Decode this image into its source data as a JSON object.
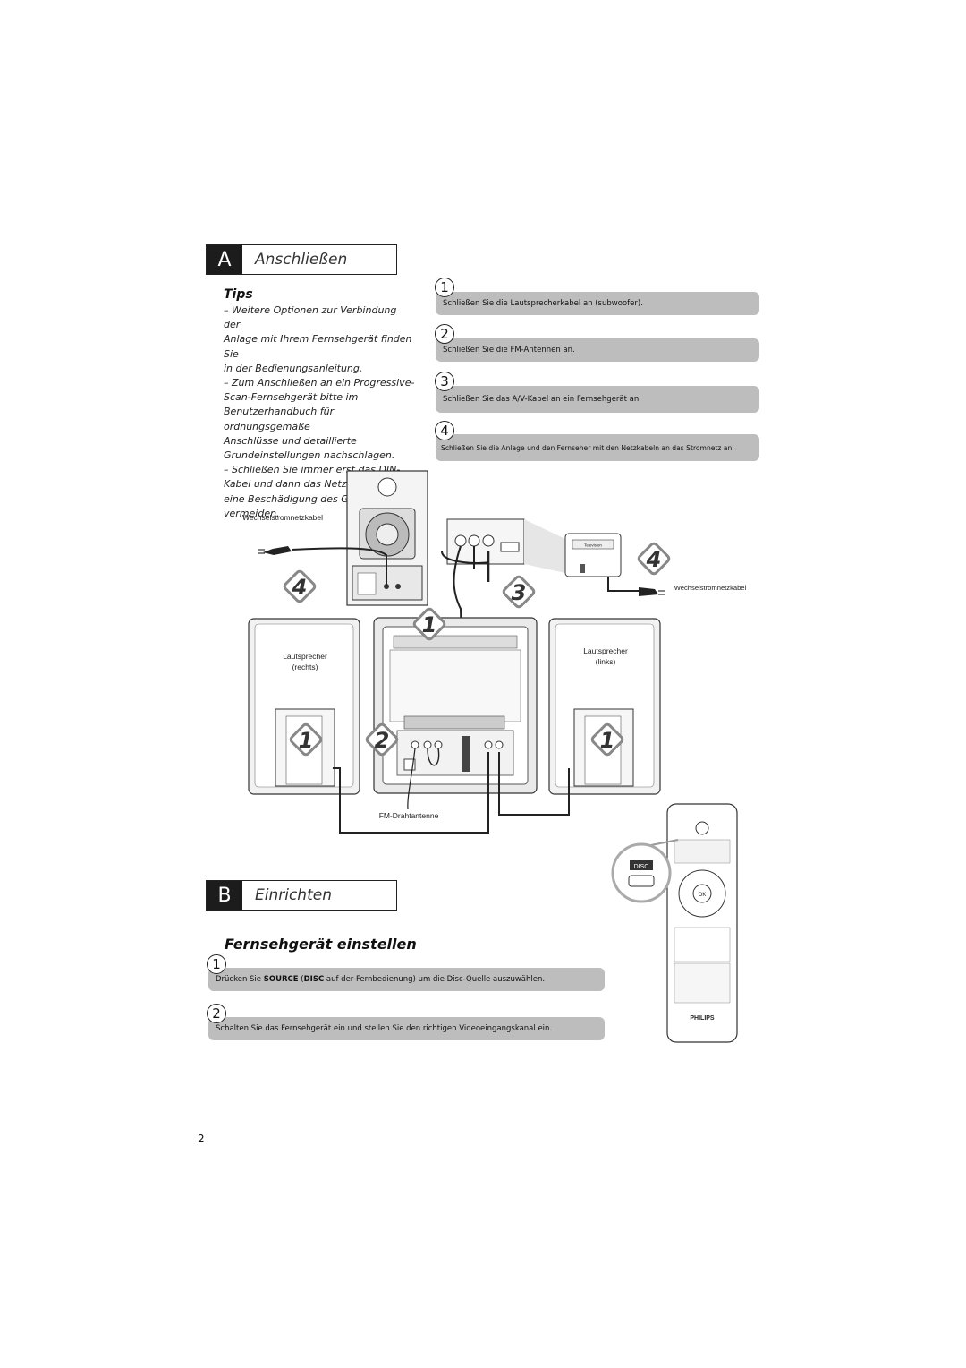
{
  "section_a": {
    "letter": "A",
    "title": "Anschließen"
  },
  "tips": {
    "title": "Tips",
    "lines": [
      "–  Weitere Optionen zur Verbindung der",
      "Anlage mit Ihrem Fernsehgerät finden Sie",
      "in der Bedienungsanleitung.",
      "–  Zum Anschließen an ein Progressive-",
      "Scan-Fernsehgerät bitte im",
      "Benutzerhandbuch für ordnungsgemäße",
      "Anschlüsse und detaillierte",
      "Grundeinstellungen nachschlagen.",
      "–  Schließen Sie immer erst das DIN-",
      "Kabel und dann das Netzkabel an, um",
      "eine Beschädigung des Geräts zu",
      "vermeiden."
    ]
  },
  "steps_a": [
    {
      "num": "1",
      "text": "Schließen Sie die Lautsprecherkabel an (subwoofer)."
    },
    {
      "num": "2",
      "text": "Schließen Sie die FM-Antennen an."
    },
    {
      "num": "3",
      "text": "Schließen Sie das A/V-Kabel an ein Fernsehgerät an."
    },
    {
      "num": "4",
      "text": "Schließen Sie die Anlage und den Fernseher mit den Netzkabeln an das Stromnetz an."
    }
  ],
  "diagram": {
    "power_cable_left": "Wechselstromnetzkabel",
    "power_cable_right": "Wechselstromnetzkabel",
    "speaker_right": [
      "Lautsprecher",
      "(rechts)"
    ],
    "speaker_left": [
      "Lautsprecher",
      "(links)"
    ],
    "antenna": "FM-Drahtantenne",
    "tv_label": "Television",
    "markers": [
      "4",
      "1",
      "3",
      "4",
      "1",
      "2",
      "1"
    ],
    "remote_brand": "PHILIPS",
    "remote_zoom_label": "DISC"
  },
  "section_b": {
    "letter": "B",
    "title": "Einrichten"
  },
  "subheading": "Fernsehgerät einstellen",
  "steps_b": [
    {
      "num": "1",
      "text_pre": "Drücken Sie ",
      "bold1": "SOURCE",
      "text_mid": " (",
      "bold2": "DISC",
      "text_post": " auf der Fernbedienung) um die Disc-Quelle auszuwählen."
    },
    {
      "num": "2",
      "text": "Schalten Sie das Fernsehgerät ein und stellen Sie den richtigen Videoeingangskanal ein."
    }
  ],
  "page_number": "2"
}
